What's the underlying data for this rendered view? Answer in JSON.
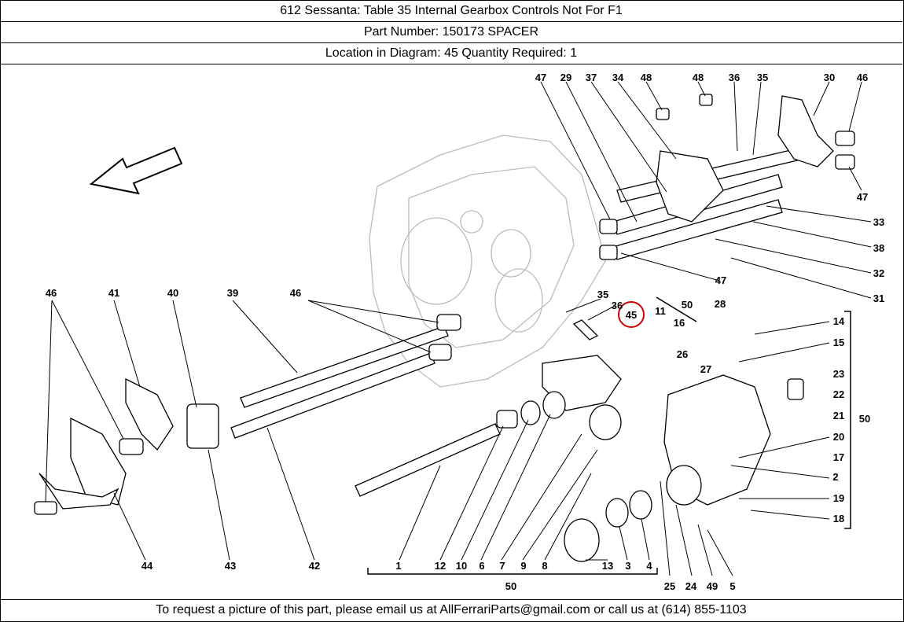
{
  "header": {
    "model_table": "612 Sessanta:   Table 35 Internal Gearbox Controls Not For F1",
    "part_number": "Part Number: 150173   SPACER",
    "location": "Location in Diagram: 45   Quantity Required: 1"
  },
  "diagram": {
    "highlighted_callout": "45",
    "callouts": [
      "47",
      "29",
      "37",
      "34",
      "48",
      "48",
      "36",
      "35",
      "30",
      "46",
      "47",
      "33",
      "38",
      "32",
      "47",
      "31",
      "14",
      "15",
      "23",
      "22",
      "21",
      "20",
      "17",
      "2",
      "19",
      "18",
      "50",
      "28",
      "50",
      "11",
      "16",
      "45",
      "35",
      "36",
      "26",
      "27",
      "46",
      "41",
      "40",
      "39",
      "46",
      "44",
      "43",
      "42",
      "1",
      "12",
      "10",
      "6",
      "7",
      "9",
      "8",
      "13",
      "3",
      "4",
      "25",
      "24",
      "49",
      "5",
      "50"
    ]
  },
  "footer": {
    "text": "To request a picture of this part, please email us at AllFerrariParts@gmail.com or call us at (614) 855-1103"
  }
}
